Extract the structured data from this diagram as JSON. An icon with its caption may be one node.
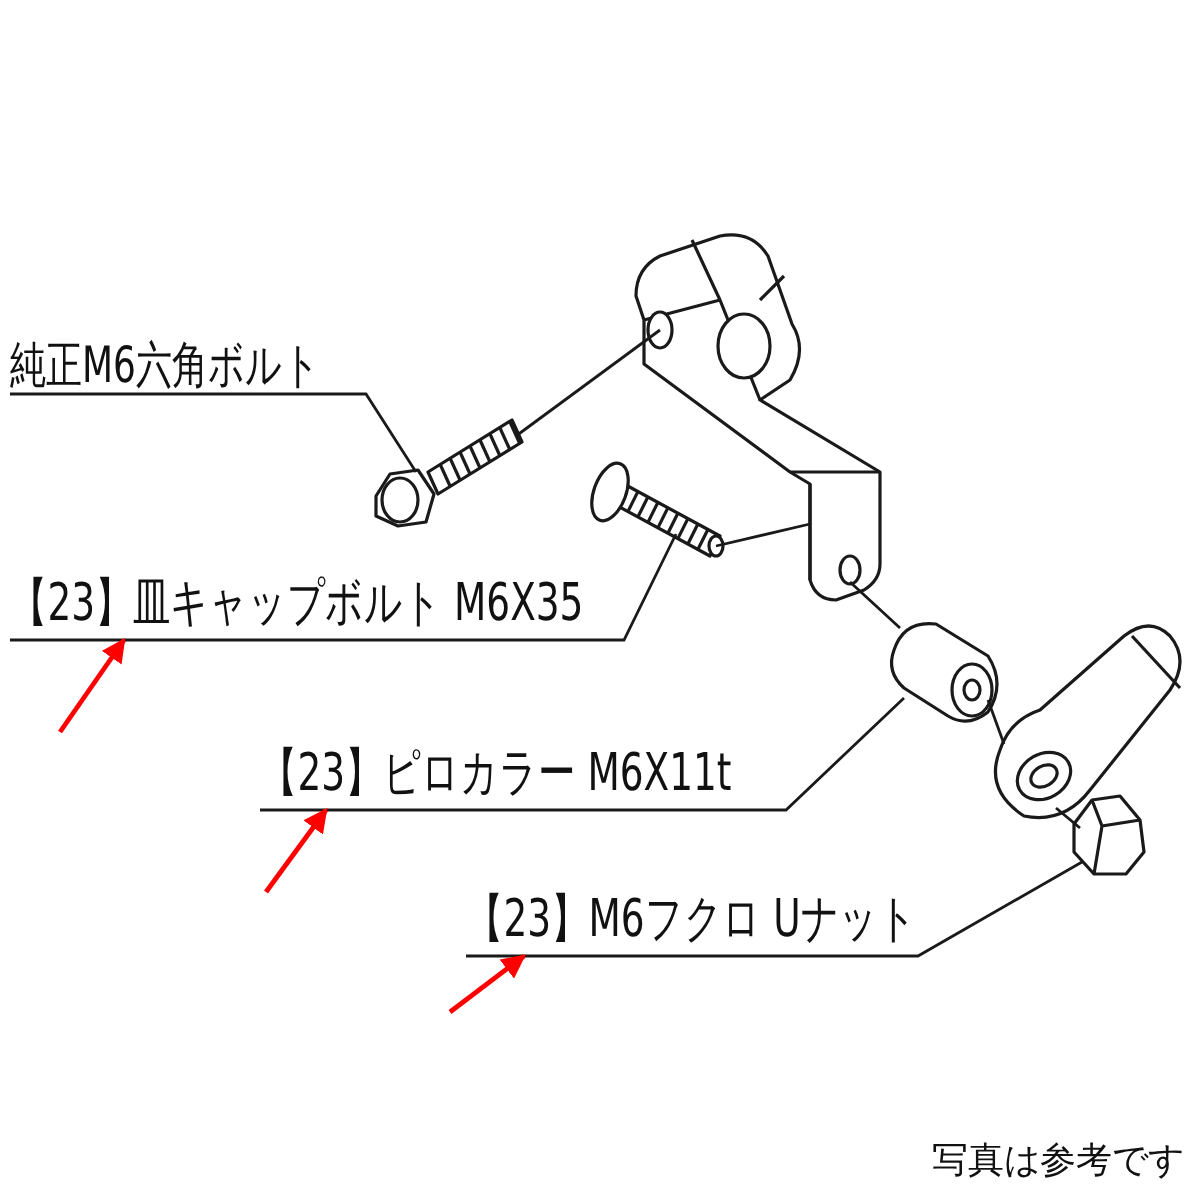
{
  "diagram": {
    "nodes": [
      {
        "text": [
          "純正M6六角ボルト"
        ]
      },
      {
        "text": [],
        "shape": "picture"
      },
      {
        "text": [
          "【23】皿キャップボルト M6X35"
        ]
      },
      {
        "text": [],
        "shape": "picture"
      },
      {
        "text": [
          "【23】ピロカラー M6X11t"
        ]
      },
      {
        "text": [],
        "shape": "picture"
      },
      {
        "text": [
          "【23】M6フクロ Uナット"
        ]
      },
      {
        "text": [],
        "shape": "picture"
      },
      {
        "text": [],
        "shape": "picture"
      },
      {
        "text": [],
        "shape": "picture"
      }
    ],
    "edges": [
      {
        "from": 0,
        "to": 1,
        "arrow": "none"
      },
      {
        "from": 2,
        "to": 3,
        "arrow": "none"
      },
      {
        "from": 4,
        "to": 5,
        "arrow": "none"
      },
      {
        "from": 6,
        "to": 7,
        "arrow": "none"
      },
      {
        "from": null,
        "to": 2,
        "arrow": "to",
        "color": "#ff0000"
      },
      {
        "from": null,
        "to": 4,
        "arrow": "to",
        "color": "#ff0000"
      },
      {
        "from": null,
        "to": 6,
        "arrow": "to",
        "color": "#ff0000"
      },
      {
        "from": 1,
        "to": 8,
        "arrow": "none"
      },
      {
        "from": 3,
        "to": 8,
        "arrow": "none"
      },
      {
        "from": 8,
        "to": 5,
        "arrow": "none"
      },
      {
        "from": 5,
        "to": 9,
        "arrow": "none"
      },
      {
        "from": 9,
        "to": 7,
        "arrow": "none"
      }
    ],
    "labels": [
      "写真は参考です"
    ]
  }
}
